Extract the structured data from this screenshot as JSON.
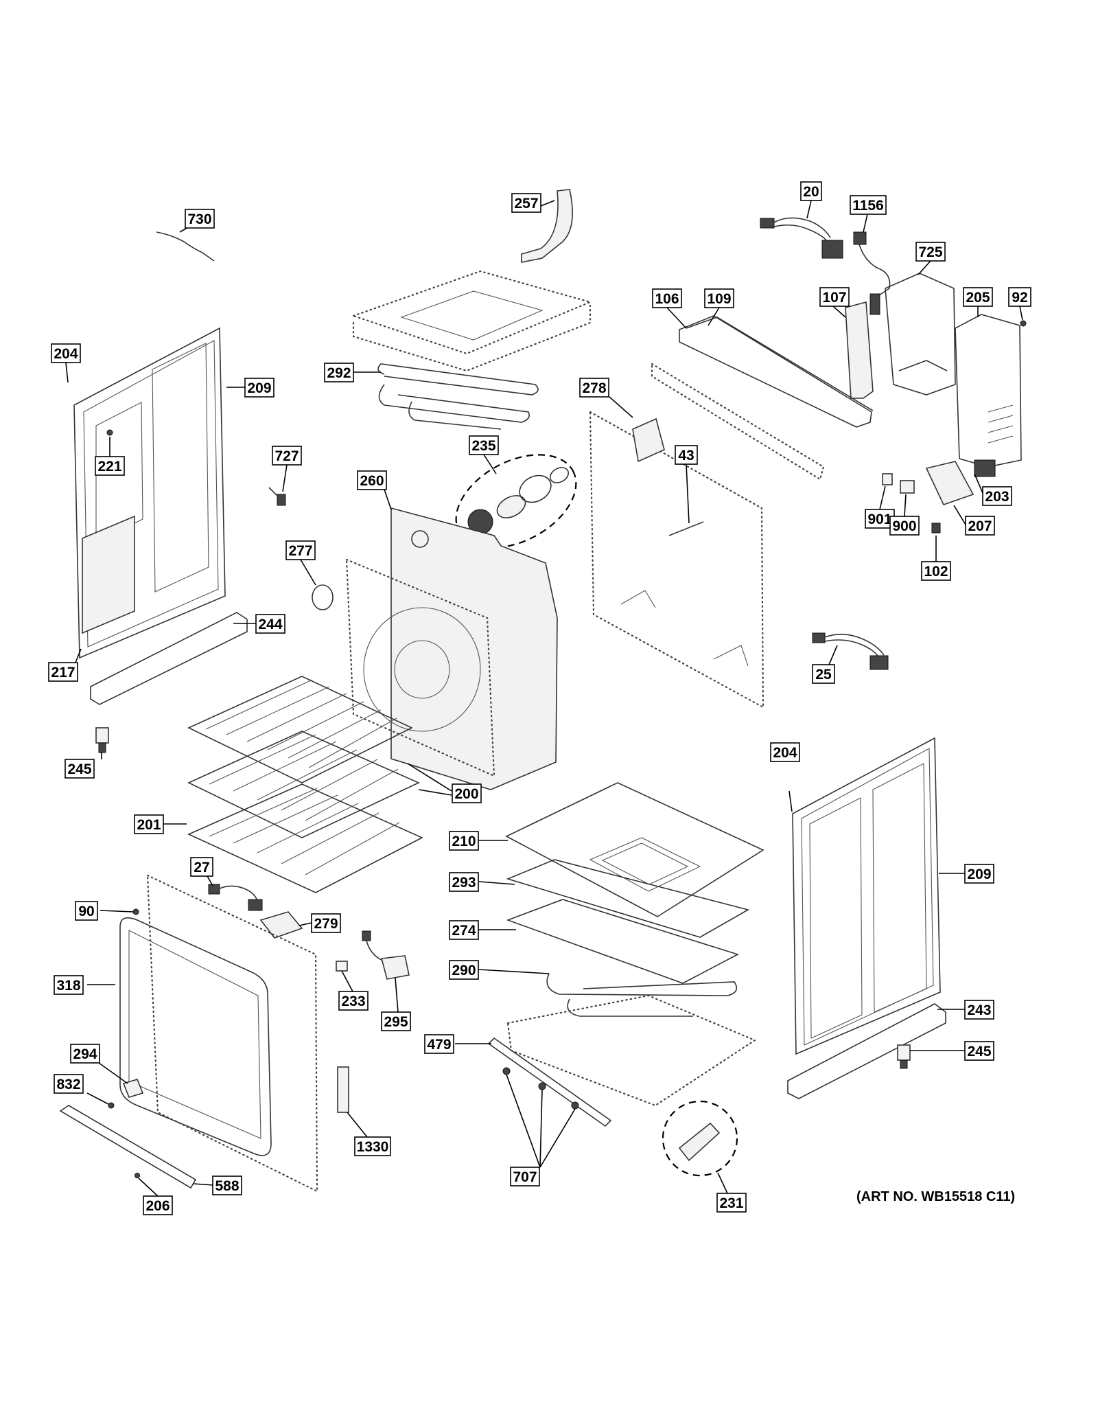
{
  "art_number": "(ART NO. WB15518 C11)",
  "callouts": [
    {
      "id": "c730",
      "text": "730"
    },
    {
      "id": "c257",
      "text": "257"
    },
    {
      "id": "c20",
      "text": "20"
    },
    {
      "id": "c1156",
      "text": "1156"
    },
    {
      "id": "c725",
      "text": "725"
    },
    {
      "id": "c205",
      "text": "205"
    },
    {
      "id": "c92",
      "text": "92"
    },
    {
      "id": "c107",
      "text": "107"
    },
    {
      "id": "c106",
      "text": "106"
    },
    {
      "id": "c109",
      "text": "109"
    },
    {
      "id": "c204a",
      "text": "204"
    },
    {
      "id": "c209a",
      "text": "209"
    },
    {
      "id": "c292",
      "text": "292"
    },
    {
      "id": "c278",
      "text": "278"
    },
    {
      "id": "c221",
      "text": "221"
    },
    {
      "id": "c727",
      "text": "727"
    },
    {
      "id": "c235",
      "text": "235"
    },
    {
      "id": "c43",
      "text": "43"
    },
    {
      "id": "c260",
      "text": "260"
    },
    {
      "id": "c203",
      "text": "203"
    },
    {
      "id": "c901",
      "text": "901"
    },
    {
      "id": "c900",
      "text": "900"
    },
    {
      "id": "c207",
      "text": "207"
    },
    {
      "id": "c277",
      "text": "277"
    },
    {
      "id": "c102",
      "text": "102"
    },
    {
      "id": "c244",
      "text": "244"
    },
    {
      "id": "c217",
      "text": "217"
    },
    {
      "id": "c25",
      "text": "25"
    },
    {
      "id": "c245a",
      "text": "245"
    },
    {
      "id": "c204b",
      "text": "204"
    },
    {
      "id": "c200",
      "text": "200"
    },
    {
      "id": "c201",
      "text": "201"
    },
    {
      "id": "c210",
      "text": "210"
    },
    {
      "id": "c209b",
      "text": "209"
    },
    {
      "id": "c27",
      "text": "27"
    },
    {
      "id": "c293",
      "text": "293"
    },
    {
      "id": "c90",
      "text": "90"
    },
    {
      "id": "c279",
      "text": "279"
    },
    {
      "id": "c274",
      "text": "274"
    },
    {
      "id": "c318",
      "text": "318"
    },
    {
      "id": "c290",
      "text": "290"
    },
    {
      "id": "c233",
      "text": "233"
    },
    {
      "id": "c243",
      "text": "243"
    },
    {
      "id": "c295",
      "text": "295"
    },
    {
      "id": "c479",
      "text": "479"
    },
    {
      "id": "c245b",
      "text": "245"
    },
    {
      "id": "c294",
      "text": "294"
    },
    {
      "id": "c832",
      "text": "832"
    },
    {
      "id": "c1330",
      "text": "1330"
    },
    {
      "id": "c707",
      "text": "707"
    },
    {
      "id": "c588",
      "text": "588"
    },
    {
      "id": "c231",
      "text": "231"
    },
    {
      "id": "c206",
      "text": "206"
    }
  ]
}
